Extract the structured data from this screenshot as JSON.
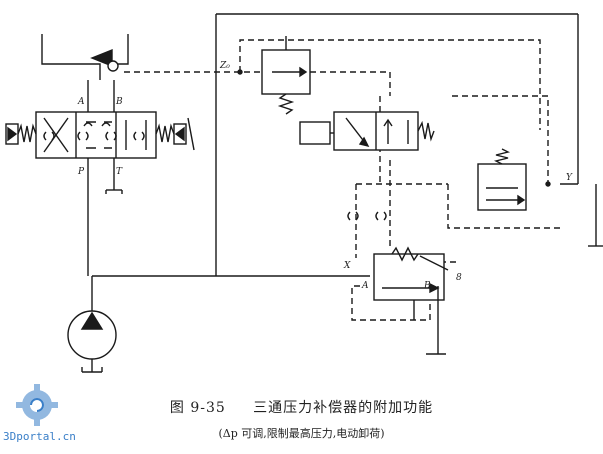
{
  "figure": {
    "number": "图 9-35",
    "title": "三通压力补偿器的附加功能",
    "note": "(Δp 可调,限制最高压力,电动卸荷)"
  },
  "labels": {
    "A_top": "A",
    "B_top": "B",
    "P": "P",
    "T": "T",
    "Z0": "Z₀",
    "Y": "Y",
    "X": "X",
    "A_comp": "A",
    "B_comp": "B",
    "callout": "8"
  },
  "watermark": {
    "text": "3Dportal.cn"
  },
  "colors": {
    "line": "#1a1a1a",
    "watermark": "#3a7fc8"
  }
}
